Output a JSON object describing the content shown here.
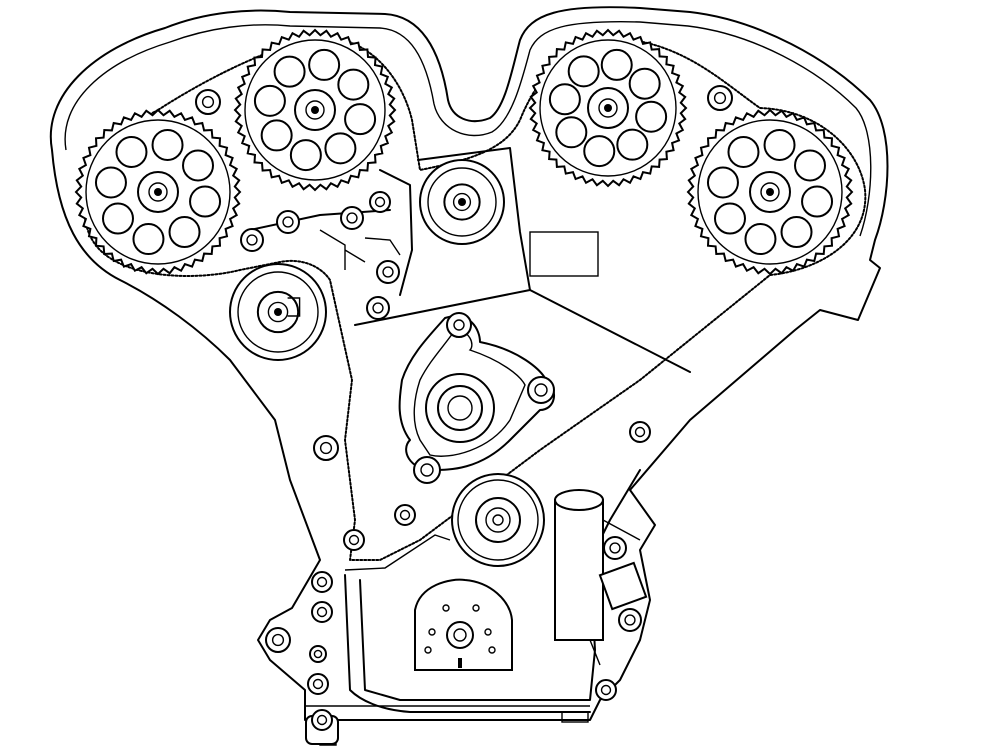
{
  "diagram": {
    "type": "engine-timing-belt-line-drawing",
    "line_color": "#000000",
    "background_color": "#ffffff",
    "components": [
      {
        "id": "left-outer-camshaft-sprocket",
        "icon": "gear-icon"
      },
      {
        "id": "left-inner-camshaft-sprocket",
        "icon": "gear-icon"
      },
      {
        "id": "right-inner-camshaft-sprocket",
        "icon": "gear-icon"
      },
      {
        "id": "right-outer-camshaft-sprocket",
        "icon": "gear-icon"
      },
      {
        "id": "belt-tensioner-pulley",
        "icon": "pulley-icon"
      },
      {
        "id": "upper-idler-pulley",
        "icon": "pulley-icon"
      },
      {
        "id": "water-pump",
        "icon": "pump-icon"
      },
      {
        "id": "lower-idler-pulley",
        "icon": "pulley-icon"
      },
      {
        "id": "crankshaft-sprocket",
        "icon": "gear-icon"
      },
      {
        "id": "timing-belt",
        "icon": "belt-icon"
      },
      {
        "id": "engine-block-outline",
        "icon": "engine-icon"
      }
    ]
  }
}
